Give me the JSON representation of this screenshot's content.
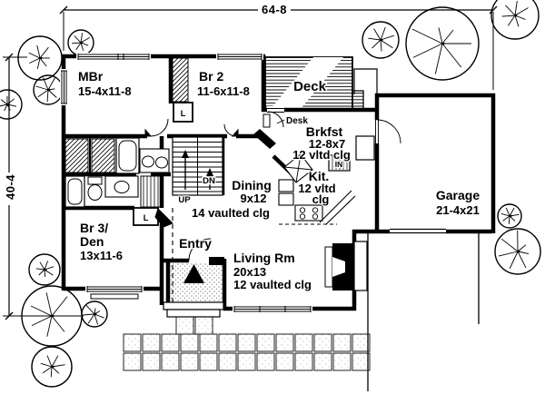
{
  "plan": {
    "overall_width_label": "64-8",
    "overall_depth_label": "40-4"
  },
  "rooms": {
    "master_bedroom": {
      "name": "MBr",
      "size": "15-4x11-8"
    },
    "bedroom_2": {
      "name": "Br 2",
      "size": "11-6x11-8"
    },
    "bedroom_3": {
      "name_line1": "Br 3/",
      "name_line2": "Den",
      "size": "13x11-6"
    },
    "deck": {
      "name": "Deck"
    },
    "breakfast": {
      "name": "Brkfst",
      "size": "12-8x7",
      "ceiling": "12 vltd clg"
    },
    "kitchen": {
      "name": "Kit.",
      "ceiling_line1": "12 vltd",
      "ceiling_line2": "clg"
    },
    "dining": {
      "name": "Dining",
      "size": "9x12",
      "ceiling": "14 vaulted clg"
    },
    "garage": {
      "name": "Garage",
      "size": "21-4x21"
    },
    "entry": {
      "name": "Entry"
    },
    "living_room": {
      "name": "Living Rm",
      "size": "20x13",
      "ceiling": "12 vaulted clg"
    }
  },
  "annotations": {
    "desk": "Desk",
    "stairs_up": "UP",
    "stairs_down": "DN",
    "linen_closet_upper": "L",
    "linen_closet_lower": "L",
    "pantry": "IN"
  },
  "colors": {
    "ink": "#000000",
    "paper": "#ffffff"
  }
}
